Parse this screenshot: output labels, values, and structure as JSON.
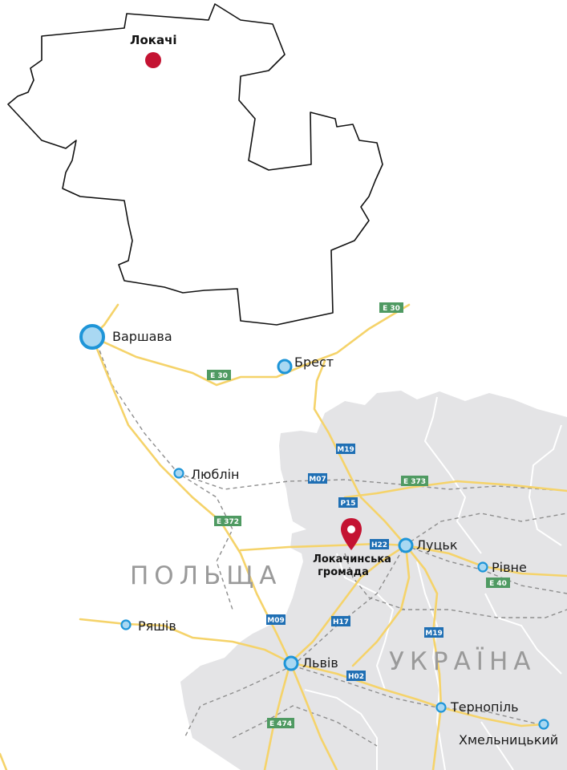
{
  "inset": {
    "city_label": "Локачі",
    "marker_color": "#c41332"
  },
  "countries": {
    "poland": "ПОЛЬЩА",
    "ukraine": "УКРАЇНА"
  },
  "cities": {
    "warsaw": "Варшава",
    "brest": "Брест",
    "lublin": "Люблін",
    "lutsk": "Луцьк",
    "rivne": "Рівне",
    "rzeszow": "Ряшів",
    "lviv": "Львів",
    "ternopil": "Тернопіль",
    "khmelnytskyi": "Хмельницький"
  },
  "hromada": {
    "line1": "Локачинська",
    "line2": "громада",
    "pin_color": "#c41332"
  },
  "road_badges": {
    "e30_a": "E 30",
    "e30_b": "E 30",
    "m19_a": "M19",
    "m07": "M07",
    "e373": "E 373",
    "p15": "P15",
    "e372": "E 372",
    "h22": "H22",
    "e40": "E 40",
    "m09": "M09",
    "h17": "H17",
    "m19_b": "M19",
    "h02": "H02",
    "e474": "E 474"
  },
  "colors": {
    "ukraine_fill": "#e4e4e6",
    "road": "#f5d36a",
    "city_marker": "#3fa8e2",
    "city_marker_fill": "#a9d8f2",
    "euro_route": "#4f9a62",
    "national_route": "#1f6fb4"
  }
}
